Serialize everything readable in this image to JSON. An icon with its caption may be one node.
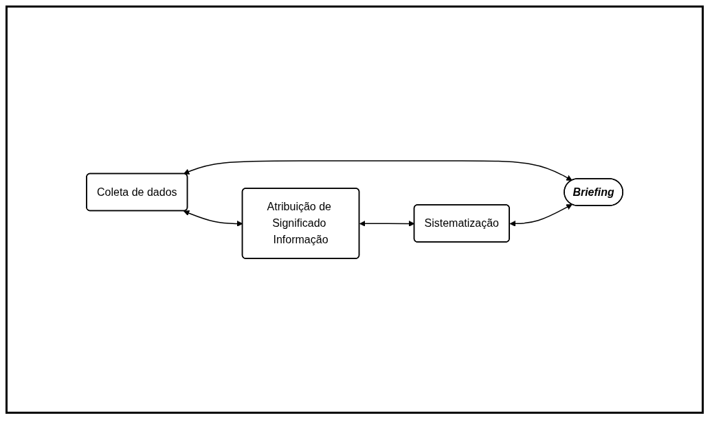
{
  "diagram": {
    "nodes": [
      {
        "text": [
          "Coleta de dados"
        ]
      },
      {
        "text": [
          "Atribuição de Significado Informação"
        ]
      },
      {
        "text": [
          "Sistematização"
        ]
      },
      {
        "text": [
          "Briefing"
        ]
      }
    ],
    "edges": [
      {
        "from": 0,
        "to": 1,
        "arrow": "both"
      },
      {
        "from": 1,
        "to": 2,
        "arrow": "both"
      },
      {
        "from": 0,
        "to": 3,
        "arrow": "both"
      },
      {
        "from": 2,
        "to": 3,
        "arrow": "both"
      }
    ]
  }
}
